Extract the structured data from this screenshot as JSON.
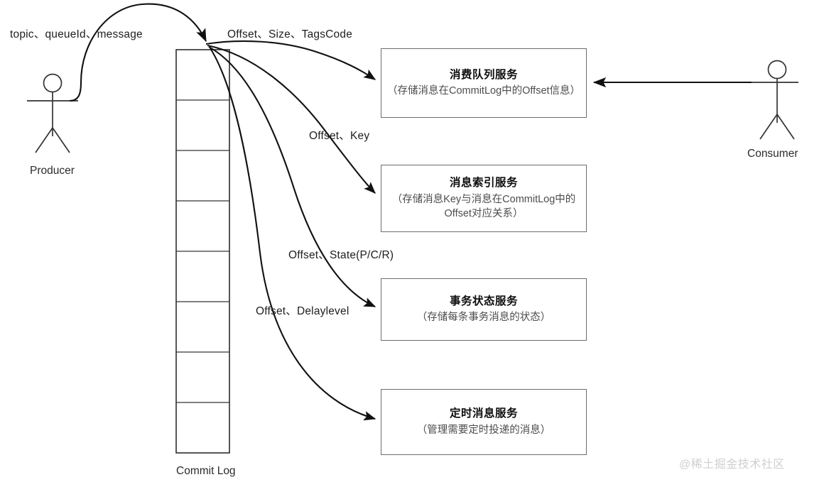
{
  "diagram": {
    "title": "RocketMQ CommitLog dispatch diagram",
    "watermark": "@稀土掘金技术社区",
    "colors": {
      "stroke": "#111111",
      "box_border": "#6d6d6d",
      "text": "#1a1a1a",
      "subtext": "#4d4d4d",
      "watermark": "#cfcfcf",
      "background": "#ffffff"
    }
  },
  "actors": [
    {
      "id": "producer",
      "label": "Producer"
    },
    {
      "id": "consumer",
      "label": "Consumer"
    }
  ],
  "store": {
    "label": "Commit Log",
    "cell_count": 8
  },
  "edge_labels": {
    "producer_to_commitlog": "topic、queueId、message",
    "to_consume_queue": "Offset、Size、TagsCode",
    "to_index": "Offset、Key",
    "to_transaction": "Offset、State(P/C/R)",
    "to_delay": "Offset、Delaylevel"
  },
  "services": [
    {
      "id": "consume-queue-service",
      "title": "消费队列服务",
      "subtitle": "（存储消息在CommitLog中的Offset信息）"
    },
    {
      "id": "message-index-service",
      "title": "消息索引服务",
      "subtitle": "（存储消息Key与消息在CommitLog中的Offset对应关系）"
    },
    {
      "id": "transaction-state-service",
      "title": "事务状态服务",
      "subtitle": "（存储每条事务消息的状态）"
    },
    {
      "id": "scheduled-message-service",
      "title": "定时消息服务",
      "subtitle": "（管理需要定时投递的消息）"
    }
  ]
}
